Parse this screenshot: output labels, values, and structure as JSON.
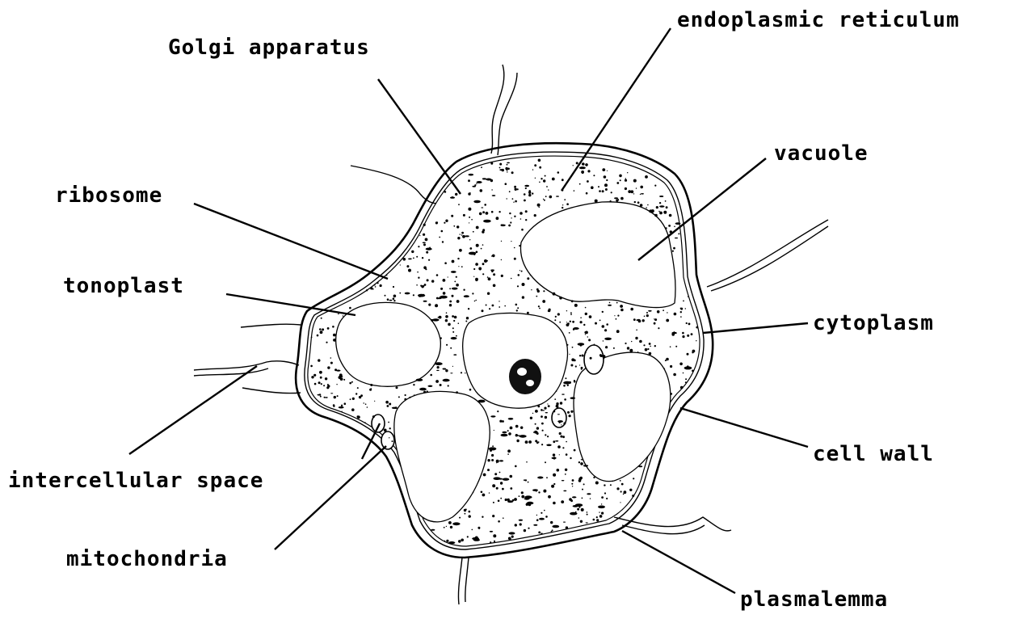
{
  "labels": {
    "endoplasmic_reticulum": "endoplasmic reticulum",
    "golgi_apparatus": "Golgi apparatus",
    "vacuole": "vacuole",
    "ribosome": "ribosome",
    "tonoplast": "tonoplast",
    "cytoplasm": "cytoplasm",
    "cell_wall": "cell wall",
    "intercellular_space": "intercellular space",
    "mitochondria": "mitochondria",
    "plasmalemma": "plasmalemma"
  }
}
